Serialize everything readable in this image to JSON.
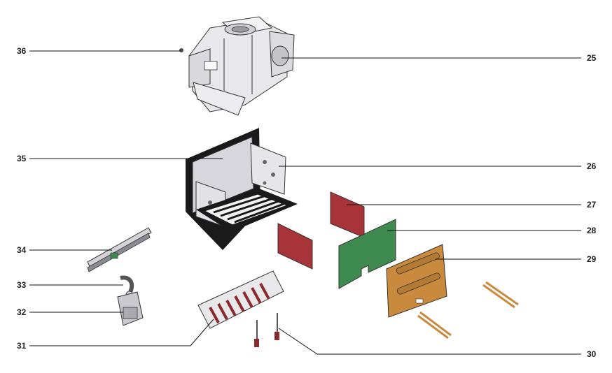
{
  "parts": [
    {
      "id": "p36",
      "label": "36"
    },
    {
      "id": "p35",
      "label": "35"
    },
    {
      "id": "p34",
      "label": "34"
    },
    {
      "id": "p33",
      "label": "33"
    },
    {
      "id": "p32",
      "label": "32"
    },
    {
      "id": "p31",
      "label": "31"
    },
    {
      "id": "p25",
      "label": "25"
    },
    {
      "id": "p26",
      "label": "26"
    },
    {
      "id": "p27",
      "label": "27"
    },
    {
      "id": "p28",
      "label": "28"
    },
    {
      "id": "p29",
      "label": "29"
    },
    {
      "id": "p30",
      "label": "30"
    }
  ],
  "colors": {
    "red_panel": "#a8343a",
    "green_panel": "#3f8a4e",
    "copper_panel": "#c98a3e",
    "frame_black": "#1a1a1a",
    "metal_gray": "#d4d4d8"
  }
}
